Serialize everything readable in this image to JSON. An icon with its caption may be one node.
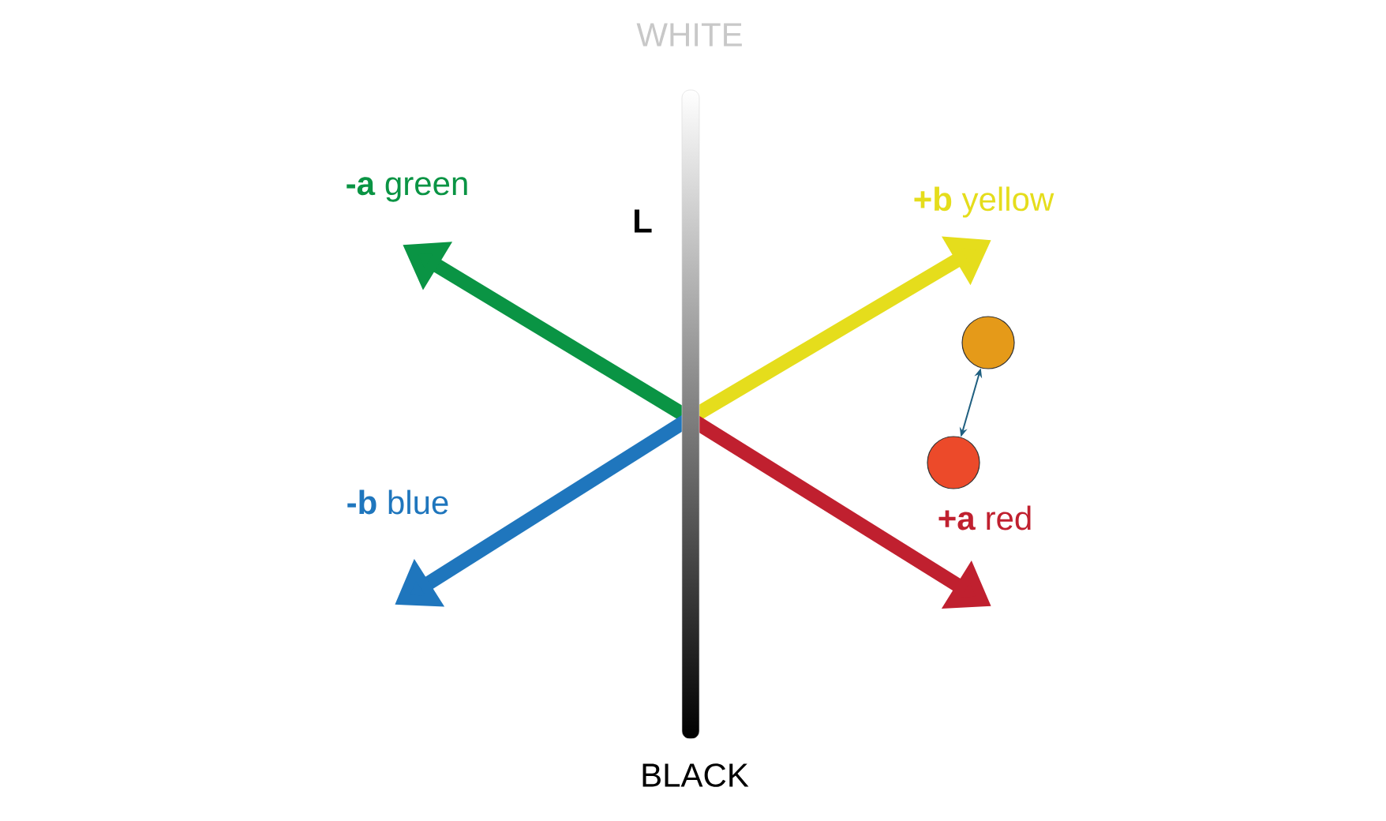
{
  "diagram": {
    "nodes": [
      {
        "text": [],
        "shape": "circle"
      },
      {
        "text": [],
        "shape": "circle"
      }
    ],
    "edges": [
      {
        "from": 1,
        "to": 0,
        "arrow": "both"
      }
    ],
    "labels": [
      "WHITE",
      "L",
      "**-a** green",
      "**+b** yellow",
      "**-b** blue",
      "**+a** red",
      "BLACK"
    ]
  }
}
